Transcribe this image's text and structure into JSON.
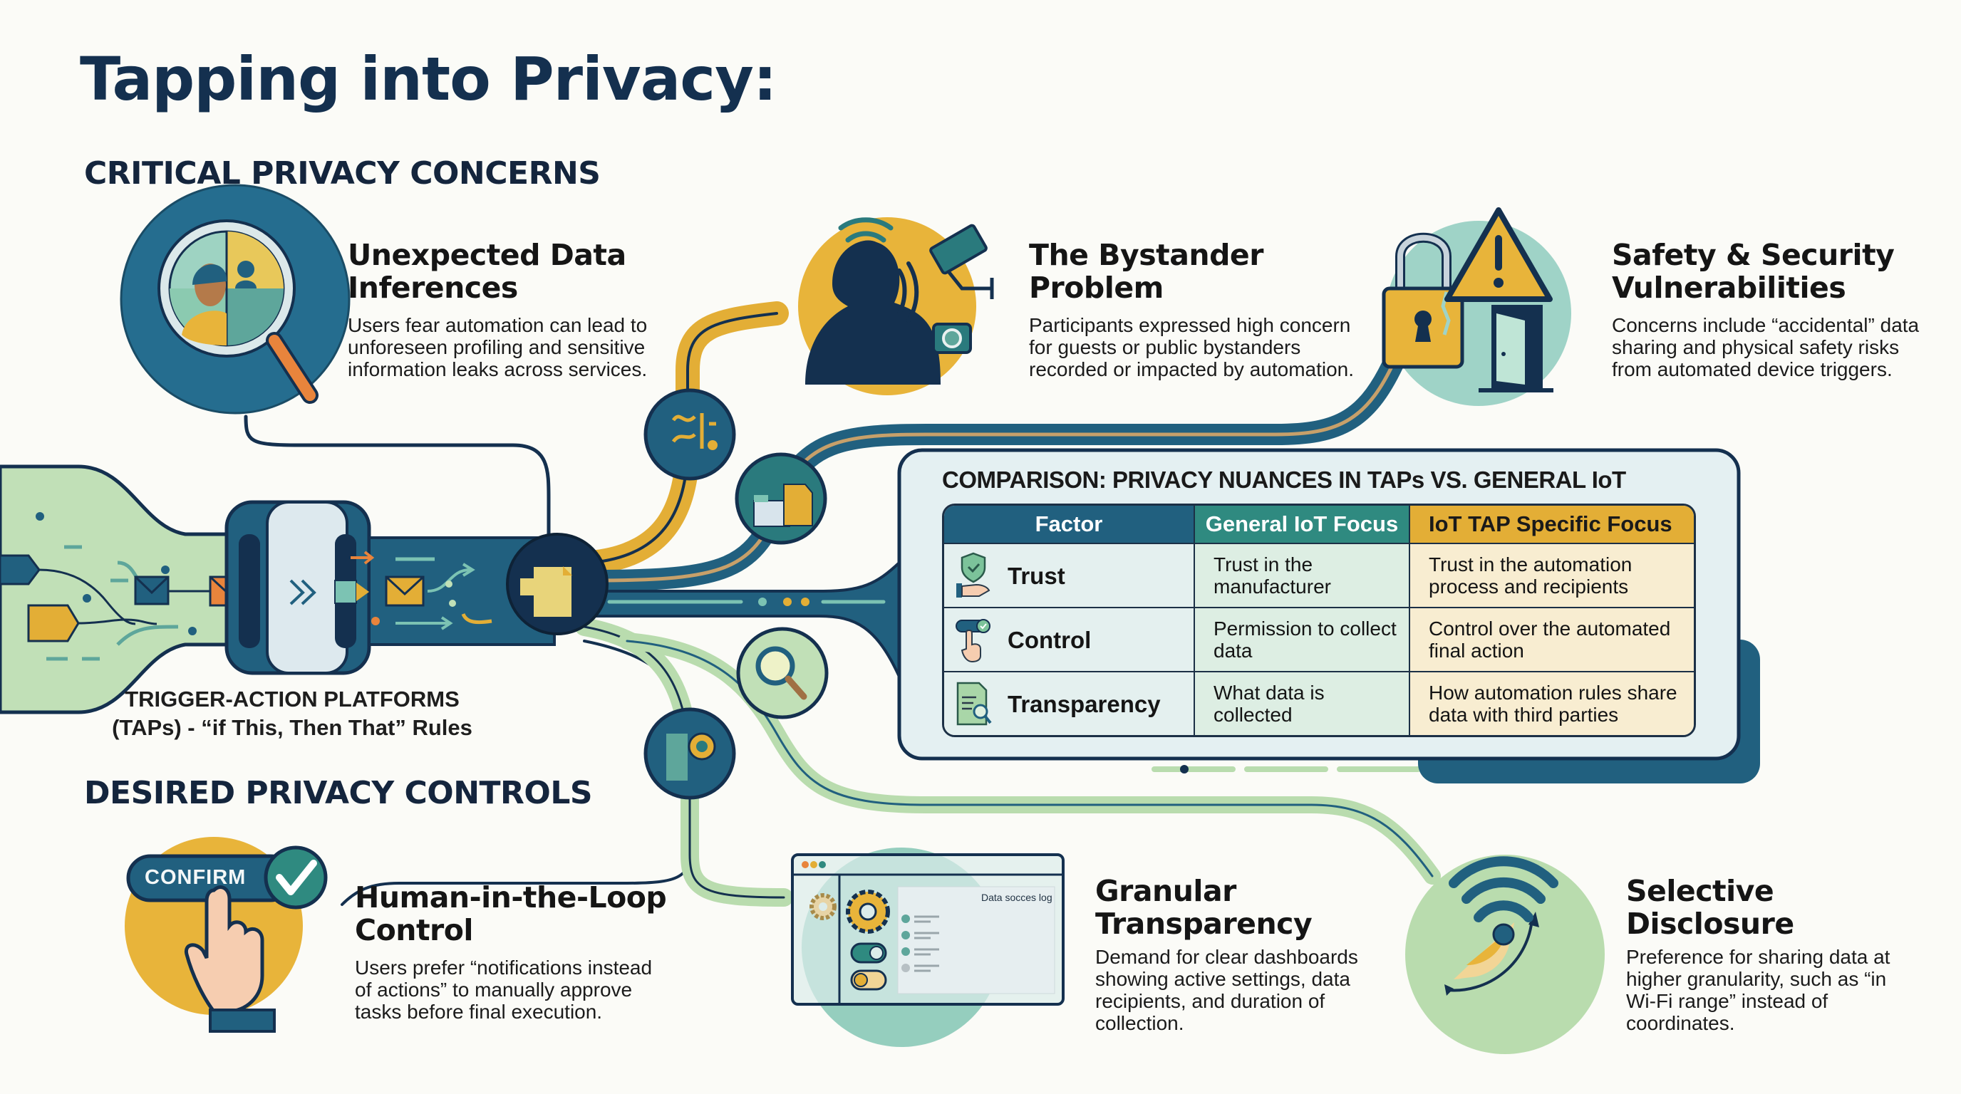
{
  "title": "Tapping into Privacy:",
  "sections": {
    "concerns_heading": "CRITICAL PRIVACY CONCERNS",
    "controls_heading": "DESIRED PRIVACY CONTROLS"
  },
  "concerns": [
    {
      "title_line1": "Unexpected Data",
      "title_line2": "Inferences",
      "body": "Users fear automation can lead to unforeseen profiling and sensitive information leaks across services.",
      "icon": "magnifier-profile-icon"
    },
    {
      "title_line1": "The Bystander",
      "title_line2": "Problem",
      "body": "Participants expressed high concern for guests or public bystanders recorded or impacted by automation.",
      "icon": "bystander-camera-icon"
    },
    {
      "title_line1": "Safety & Security",
      "title_line2": "Vulnerabilities",
      "body": "Concerns include “accidental” data sharing and physical safety risks from automated device triggers.",
      "icon": "broken-lock-warning-icon"
    }
  ],
  "tap_label": {
    "line1": "TRIGGER-ACTION PLATFORMS",
    "line2": "(TAPs) - “if This, Then That” Rules"
  },
  "comparison": {
    "title": "COMPARISON: PRIVACY NUANCES IN TAPs VS. GENERAL IoT",
    "headers": [
      "Factor",
      "General IoT Focus",
      "IoT TAP Specific Focus"
    ],
    "rows": [
      {
        "factor": "Trust",
        "icon": "shield-hand-icon",
        "general": "Trust in the manufacturer",
        "tap": "Trust in the automation process and recipients"
      },
      {
        "factor": "Control",
        "icon": "toggle-finger-icon",
        "general": "Permission to collect data",
        "tap": "Control over the automated final action"
      },
      {
        "factor": "Transparency",
        "icon": "document-search-icon",
        "general": "What data is collected",
        "tap": "How automation rules share data with third parties"
      }
    ]
  },
  "controls": [
    {
      "title_line1": "Human-in-the-Loop",
      "title_line2": "Control",
      "body": "Users prefer “notifications instead of actions” to manually approve tasks before final execution.",
      "button_label": "CONFIRM",
      "icon": "confirm-hand-icon"
    },
    {
      "title_line1": "Granular",
      "title_line2": "Transparency",
      "body": "Demand for clear dashboards showing active settings, data recipients, and duration of collection.",
      "dashboard_label": "Data socces log",
      "icon": "dashboard-icon"
    },
    {
      "title_line1": "Selective",
      "title_line2": "Disclosure",
      "body": "Preference for sharing data at higher granularity, such as “in Wi-Fi range” instead of coordinates.",
      "icon": "wifi-range-icon"
    }
  ],
  "colors": {
    "navy": "#14304f",
    "teal_blue": "#21607f",
    "teal_green": "#2f8a80",
    "mustard": "#e3ae36",
    "mint": "#b9dcae",
    "orange": "#e8843c",
    "background": "#fbfbf7"
  }
}
